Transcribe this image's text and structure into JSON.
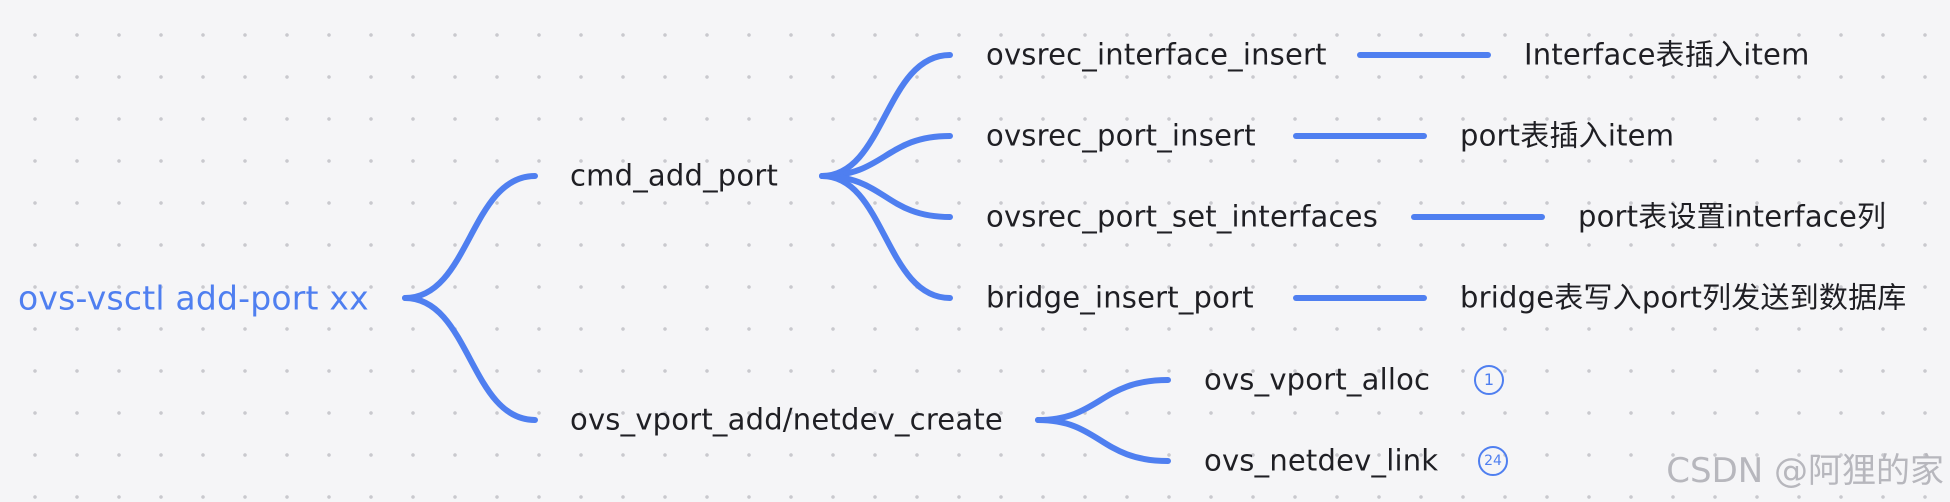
{
  "diagram": {
    "root": "ovs-vsctl add-port xx",
    "branch_cmd": "cmd_add_port",
    "cmd_children": [
      {
        "label": "ovsrec_interface_insert",
        "note": "Interface表插入item"
      },
      {
        "label": "ovsrec_port_insert",
        "note": "port表插入item"
      },
      {
        "label": "ovsrec_port_set_interfaces",
        "note": "port表设置interface列"
      },
      {
        "label": "bridge_insert_port",
        "note": "bridge表写入port列发送到数据库"
      }
    ],
    "branch_vport": "ovs_vport_add/netdev_create",
    "vport_children": [
      {
        "label": "ovs_vport_alloc",
        "badge": "1"
      },
      {
        "label": "ovs_netdev_link",
        "badge": "24"
      }
    ]
  },
  "watermark": "CSDN @阿狸的家",
  "colors": {
    "accent": "#4f7ff0",
    "text": "#1f1f24",
    "background": "#f5f5f7"
  }
}
